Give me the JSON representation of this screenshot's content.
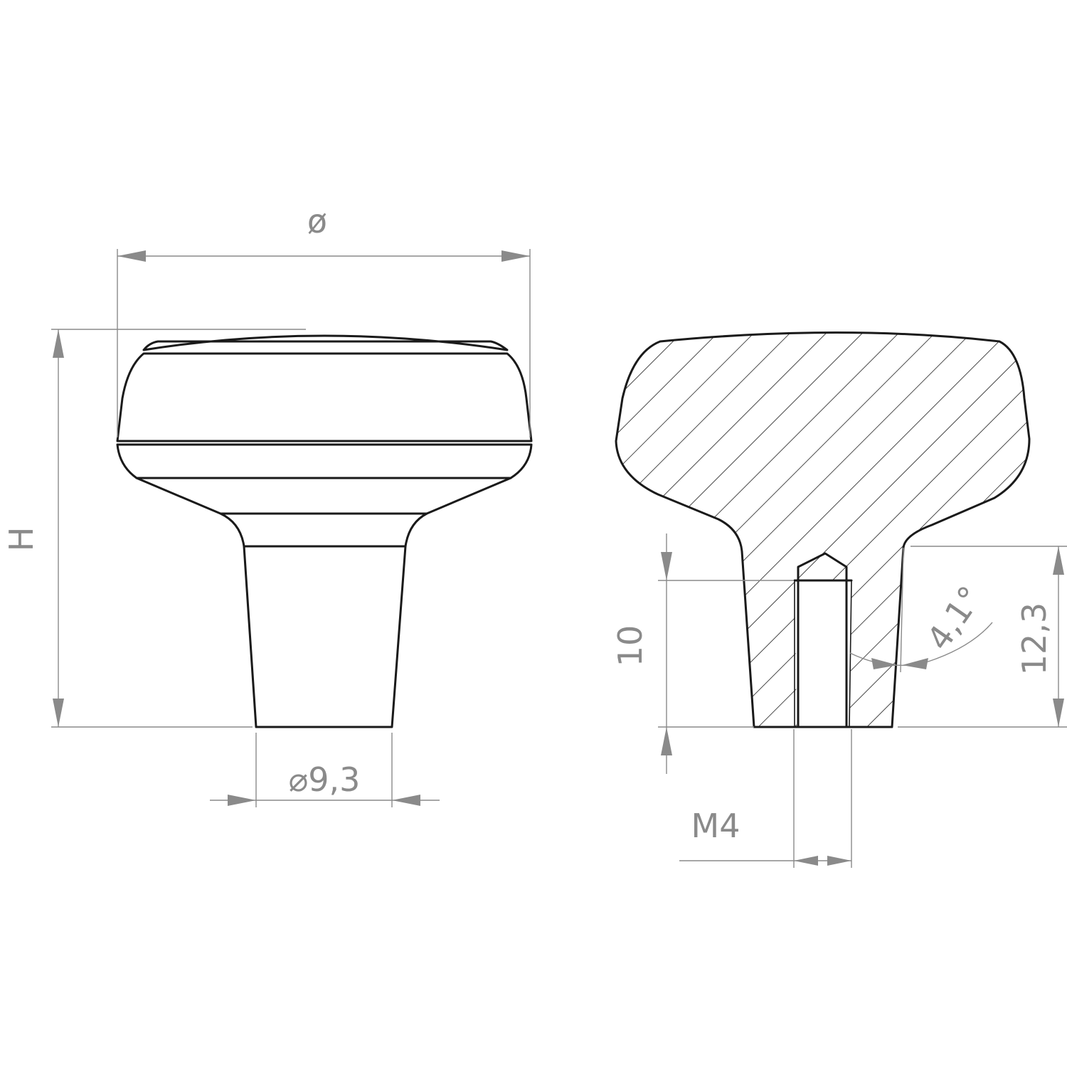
{
  "dimensions": {
    "diameter": "ø",
    "height": "H",
    "stem_diameter": "⌀9,3",
    "thread_depth": "10",
    "stem_length": "12,3",
    "taper_angle": "4,1°",
    "thread": "M4"
  },
  "colors": {
    "outline": "#1a1a1a",
    "dimension": "#8a8a8a",
    "background": "#ffffff"
  }
}
